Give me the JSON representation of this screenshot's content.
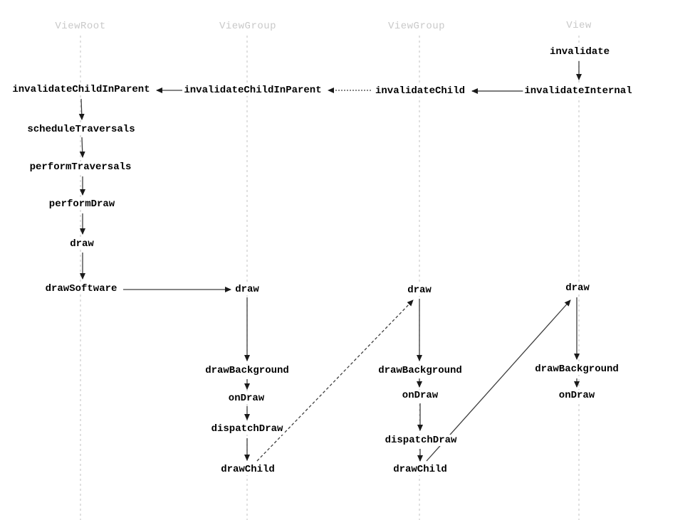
{
  "diagram": {
    "type": "sequence-flow",
    "lifelines": [
      {
        "label": "ViewRoot"
      },
      {
        "label": "ViewGroup"
      },
      {
        "label": "ViewGroup"
      },
      {
        "label": "View"
      }
    ],
    "nodes": {
      "invalidate": "invalidate",
      "invalidate_internal": "invalidateInternal",
      "invalidate_child": "invalidateChild",
      "invalidate_child_in_parent_viewgroup": "invalidateChildInParent",
      "invalidate_child_in_parent_viewroot": "invalidateChildInParent",
      "schedule_traversals": "scheduleTraversals",
      "perform_traversals": "performTraversals",
      "perform_draw": "performDraw",
      "draw_viewroot": "draw",
      "draw_software": "drawSoftware",
      "draw_viewgroup1": "draw",
      "draw_background_viewgroup1": "drawBackground",
      "on_draw_viewgroup1": "onDraw",
      "dispatch_draw_viewgroup1": "dispatchDraw",
      "draw_child_viewgroup1": "drawChild",
      "draw_viewgroup2": "draw",
      "draw_background_viewgroup2": "drawBackground",
      "on_draw_viewgroup2": "onDraw",
      "dispatch_draw_viewgroup2": "dispatchDraw",
      "draw_child_viewgroup2": "drawChild",
      "draw_view": "draw",
      "draw_background_view": "drawBackground",
      "on_draw_view": "onDraw"
    },
    "colors": {
      "background": "#ffffff",
      "label_text": "#000000",
      "header_text": "#c9c9c9",
      "lifeline": "#d2d2d2",
      "arrow": "#3f3f3f"
    }
  }
}
